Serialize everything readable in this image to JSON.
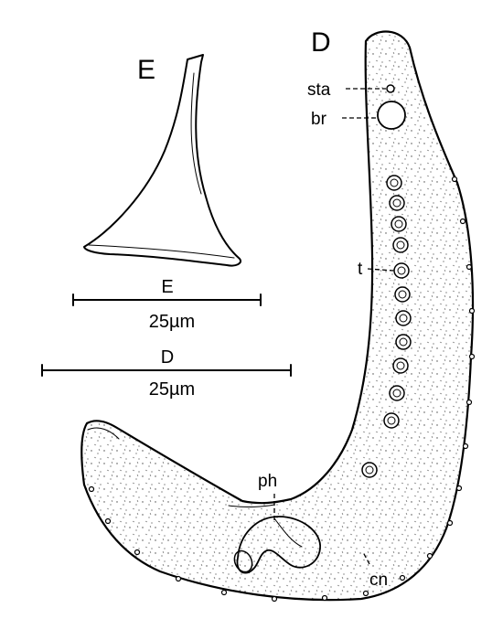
{
  "panels": {
    "E": {
      "letter": "E"
    },
    "D": {
      "letter": "D"
    }
  },
  "scale_bars": [
    {
      "panel_label": "E",
      "length_text": "25µm"
    },
    {
      "panel_label": "D",
      "length_text": "25µm"
    }
  ],
  "labels": {
    "statocyst": "sta",
    "brain": "br",
    "testes": "t",
    "pharynx": "ph",
    "cnidosacs": "cn"
  },
  "testes_count": 12,
  "colors": {
    "ink": "#000000",
    "background": "#ffffff"
  }
}
